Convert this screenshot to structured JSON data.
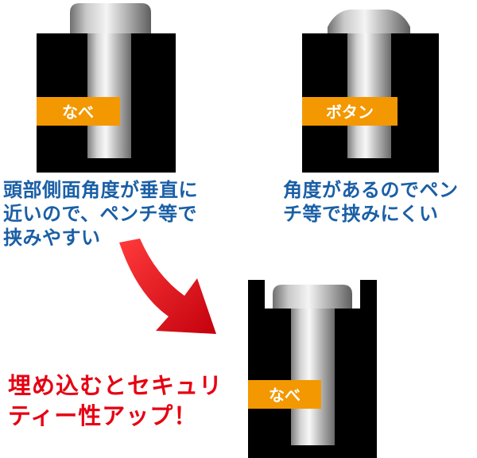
{
  "panels": {
    "pan_head_top": {
      "label": "なべ"
    },
    "button_head_top": {
      "label": "ボタン"
    },
    "pan_head_recessed": {
      "label": "なべ"
    }
  },
  "captions": {
    "left": {
      "lines": [
        "頭部側面角度が垂直に",
        "近いので、ペンチ等で",
        "挟みやすい"
      ]
    },
    "right": {
      "lines": [
        "角度があるのでペン",
        "チ等で挟みにくい"
      ]
    }
  },
  "headline": {
    "lines": [
      "埋め込むとセキュリ",
      "ティー性アップ！"
    ]
  },
  "colors": {
    "block": "#000000",
    "label_band": "#f39800",
    "caption": "#1a5fa6",
    "headline": "#e60012",
    "arrow": "#e60012"
  }
}
